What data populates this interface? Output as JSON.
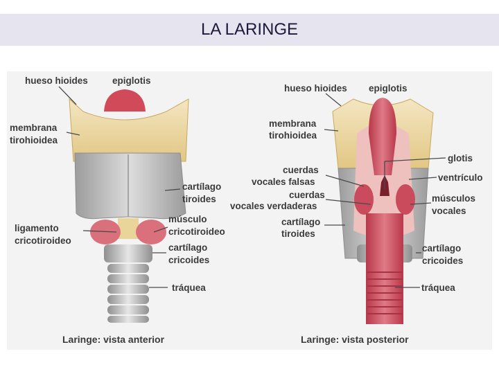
{
  "slide": {
    "title": "LA LARINGE"
  },
  "anterior": {
    "labels": {
      "hueso_hioides": "hueso hioides",
      "epiglotis": "epiglotis",
      "membrana_l1": "membrana",
      "membrana_l2": "tirohioidea",
      "cartilago_tiroides_l1": "cartílago",
      "cartilago_tiroides_l2": "tiroides",
      "ligamento_l1": "ligamento",
      "ligamento_l2": "cricotiroideo",
      "musculo_l1": "músculo",
      "musculo_l2": "cricotiroideo",
      "cricoides_l1": "cartílago",
      "cricoides_l2": "cricoides",
      "traquea": "tráquea"
    },
    "caption": "Laringe: vista anterior"
  },
  "posterior": {
    "labels": {
      "hueso_hioides": "hueso hioides",
      "epiglotis": "epiglotis",
      "membrana_l1": "membrana",
      "membrana_l2": "tirohioidea",
      "glotis": "glotis",
      "ventriculo": "ventrículo",
      "cuerdas_falsas_l1": "cuerdas",
      "cuerdas_falsas_l2": "vocales falsas",
      "cuerdas_verdaderas_l1": "cuerdas",
      "cuerdas_verdaderas_l2": "vocales verdaderas",
      "musculos_l1": "músculos",
      "musculos_l2": "vocales",
      "tiroides_l1": "cartílago",
      "tiroides_l2": "tiroides",
      "cricoides_l1": "cartílago",
      "cricoides_l2": "cricoides",
      "traquea": "tráquea"
    },
    "caption": "Laringe: vista posterior"
  },
  "colors": {
    "title_bar": "#e6e4ef",
    "cartilage": "#e9d49a",
    "thyroid": "#c9c9c9",
    "epiglottis": "#d04a5a",
    "muscle": "#d9707c",
    "trachea_ring": "#cfcfcf"
  }
}
